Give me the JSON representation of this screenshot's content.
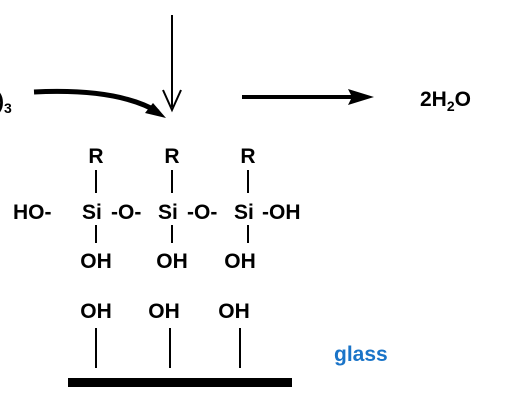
{
  "reagent_fragment": ")",
  "reagent_subscript": "3",
  "product_prefix": "2H",
  "product_subscript": "2",
  "product_suffix": "O",
  "r_groups": [
    "R",
    "R",
    "R"
  ],
  "silane_chain": {
    "ho": "HO-",
    "si1": "Si",
    "o1": "-O-",
    "si2": "Si",
    "o2": "-O-",
    "si3": "Si",
    "oh_end": "-OH"
  },
  "silane_hydroxyls": [
    "OH",
    "OH",
    "OH"
  ],
  "surface_hydroxyls": [
    "OH",
    "OH",
    "OH"
  ],
  "surface_label": "glass",
  "colors": {
    "ink": "#000000",
    "glass": "#1a74c8"
  }
}
